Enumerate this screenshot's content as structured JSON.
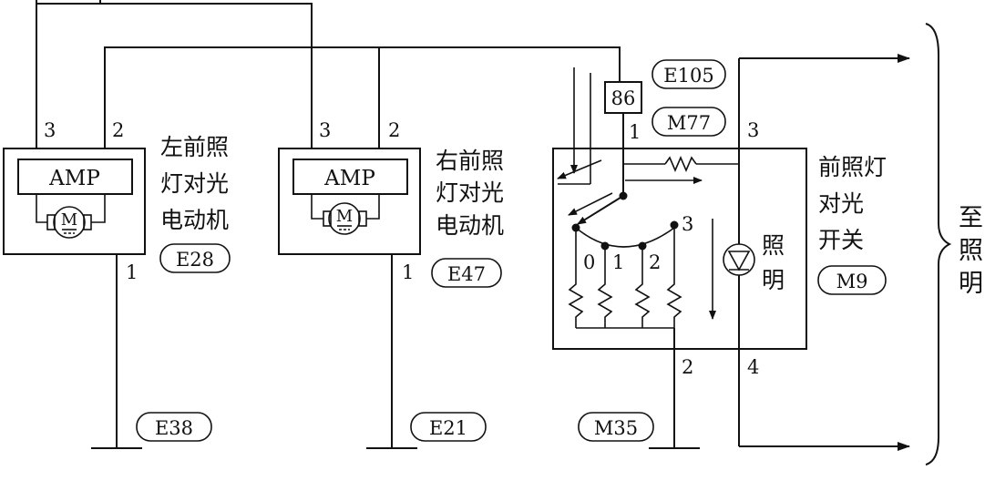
{
  "left_motor": {
    "amp": "AMP",
    "pin3": "3",
    "pin2": "2",
    "pin1": "1",
    "name_lines": [
      "左前照",
      "灯对光",
      "电动机"
    ],
    "connector": "E28",
    "ground": "E38",
    "motor_symbol": "M"
  },
  "right_motor": {
    "amp": "AMP",
    "pin3": "3",
    "pin2": "2",
    "pin1": "1",
    "name_lines": [
      "右前照",
      "灯对光",
      "电动机"
    ],
    "connector": "E47",
    "ground": "E21",
    "motor_symbol": "M"
  },
  "switch": {
    "junction": "86",
    "junction_pin": "1",
    "connector_top": "E105",
    "connector_mid": "M77",
    "pin3": "3",
    "pin2": "2",
    "pin4": "4",
    "positions": [
      "0",
      "1",
      "2",
      "3"
    ],
    "name_lines": [
      "前照灯",
      "对光",
      "开关"
    ],
    "connector": "M9",
    "illum_lines": [
      "照",
      "明"
    ],
    "ground": "M35"
  },
  "output_label": [
    "至",
    "照",
    "明"
  ]
}
